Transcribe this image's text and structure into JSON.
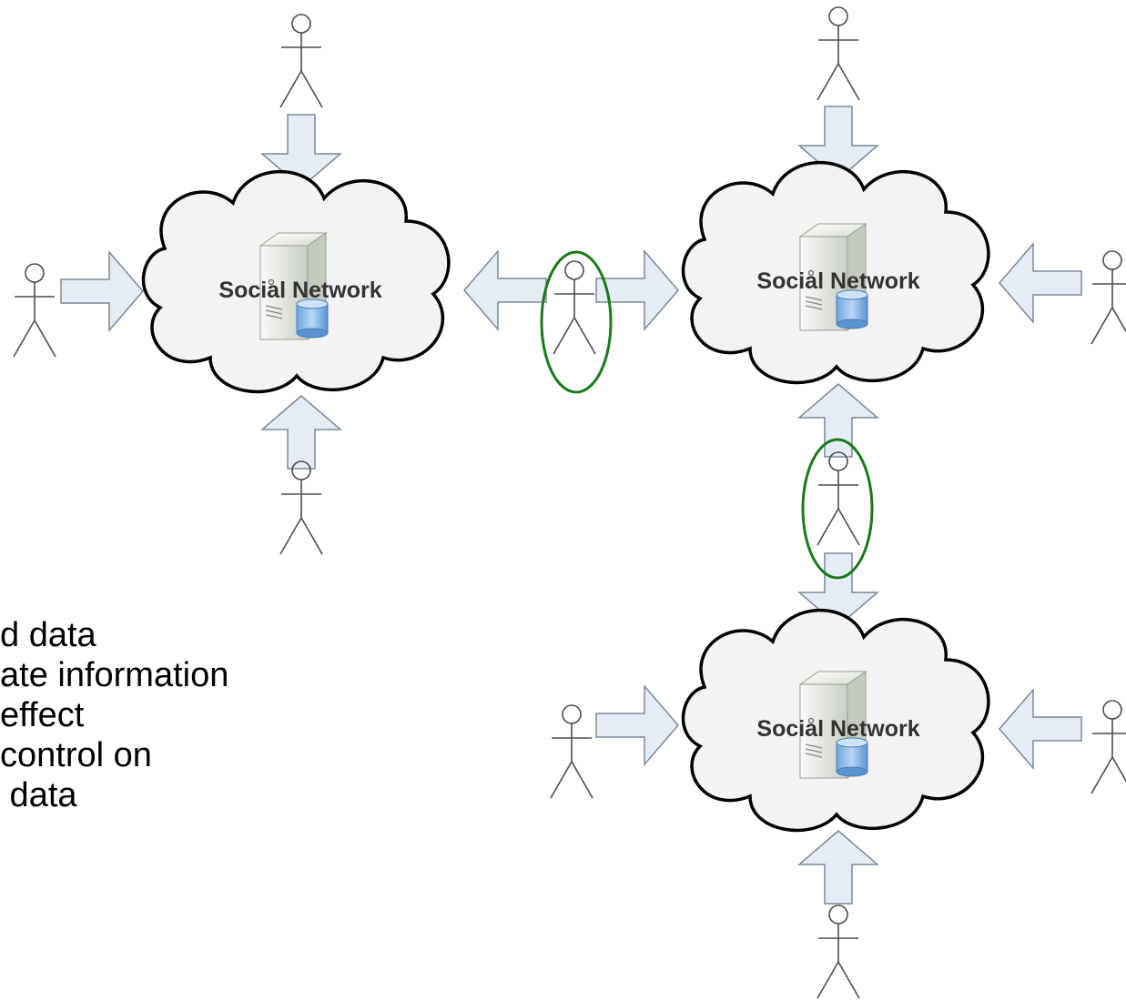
{
  "network_label": "Social Network",
  "colors": {
    "arrow_fill": "#e6ecf5",
    "arrow_stroke": "#7a8a99",
    "actor_stroke": "#4d4d4d",
    "highlight_ellipse": "#1a7a1a",
    "cloud_fill": "#f3f3f3",
    "cloud_stroke": "#000000"
  },
  "clouds": [
    {
      "id": "left",
      "label": "Social Network"
    },
    {
      "id": "top-right",
      "label": "Social Network"
    },
    {
      "id": "bottom-right",
      "label": "Social Network"
    }
  ],
  "bullet_lines": [
    "d data",
    "ate information",
    "effect",
    "control on",
    " data"
  ],
  "icons": [
    "cloud-icon",
    "server-icon",
    "database-icon",
    "actor-icon",
    "arrow-icon"
  ]
}
